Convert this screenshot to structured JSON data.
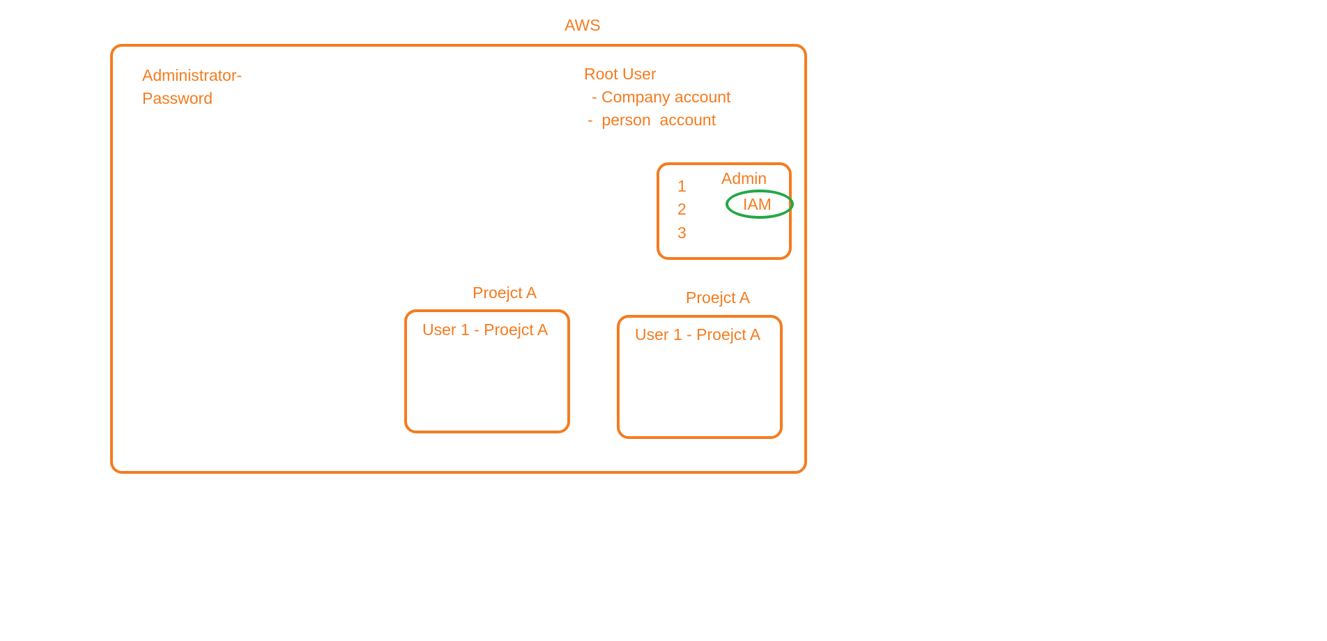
{
  "colors": {
    "stroke": "#f47c20",
    "text": "#f47c20",
    "highlight": "#22a845",
    "background": "#ffffff"
  },
  "diagram": {
    "title": "AWS",
    "admin_note": {
      "line1": "Administrator-",
      "line2": "Password"
    },
    "root_user": {
      "title": "Root User",
      "items": [
        "- Company account",
        "-  person  account"
      ]
    },
    "admin_box": {
      "title": "Admin",
      "highlighted_item": "IAM",
      "numbers": [
        "1",
        "2",
        "3"
      ]
    },
    "projects": [
      {
        "label": "Proejct A",
        "inner_text": "User 1 - Proejct A"
      },
      {
        "label": "Proejct A",
        "inner_text": "User 1 - Proejct A"
      }
    ]
  }
}
